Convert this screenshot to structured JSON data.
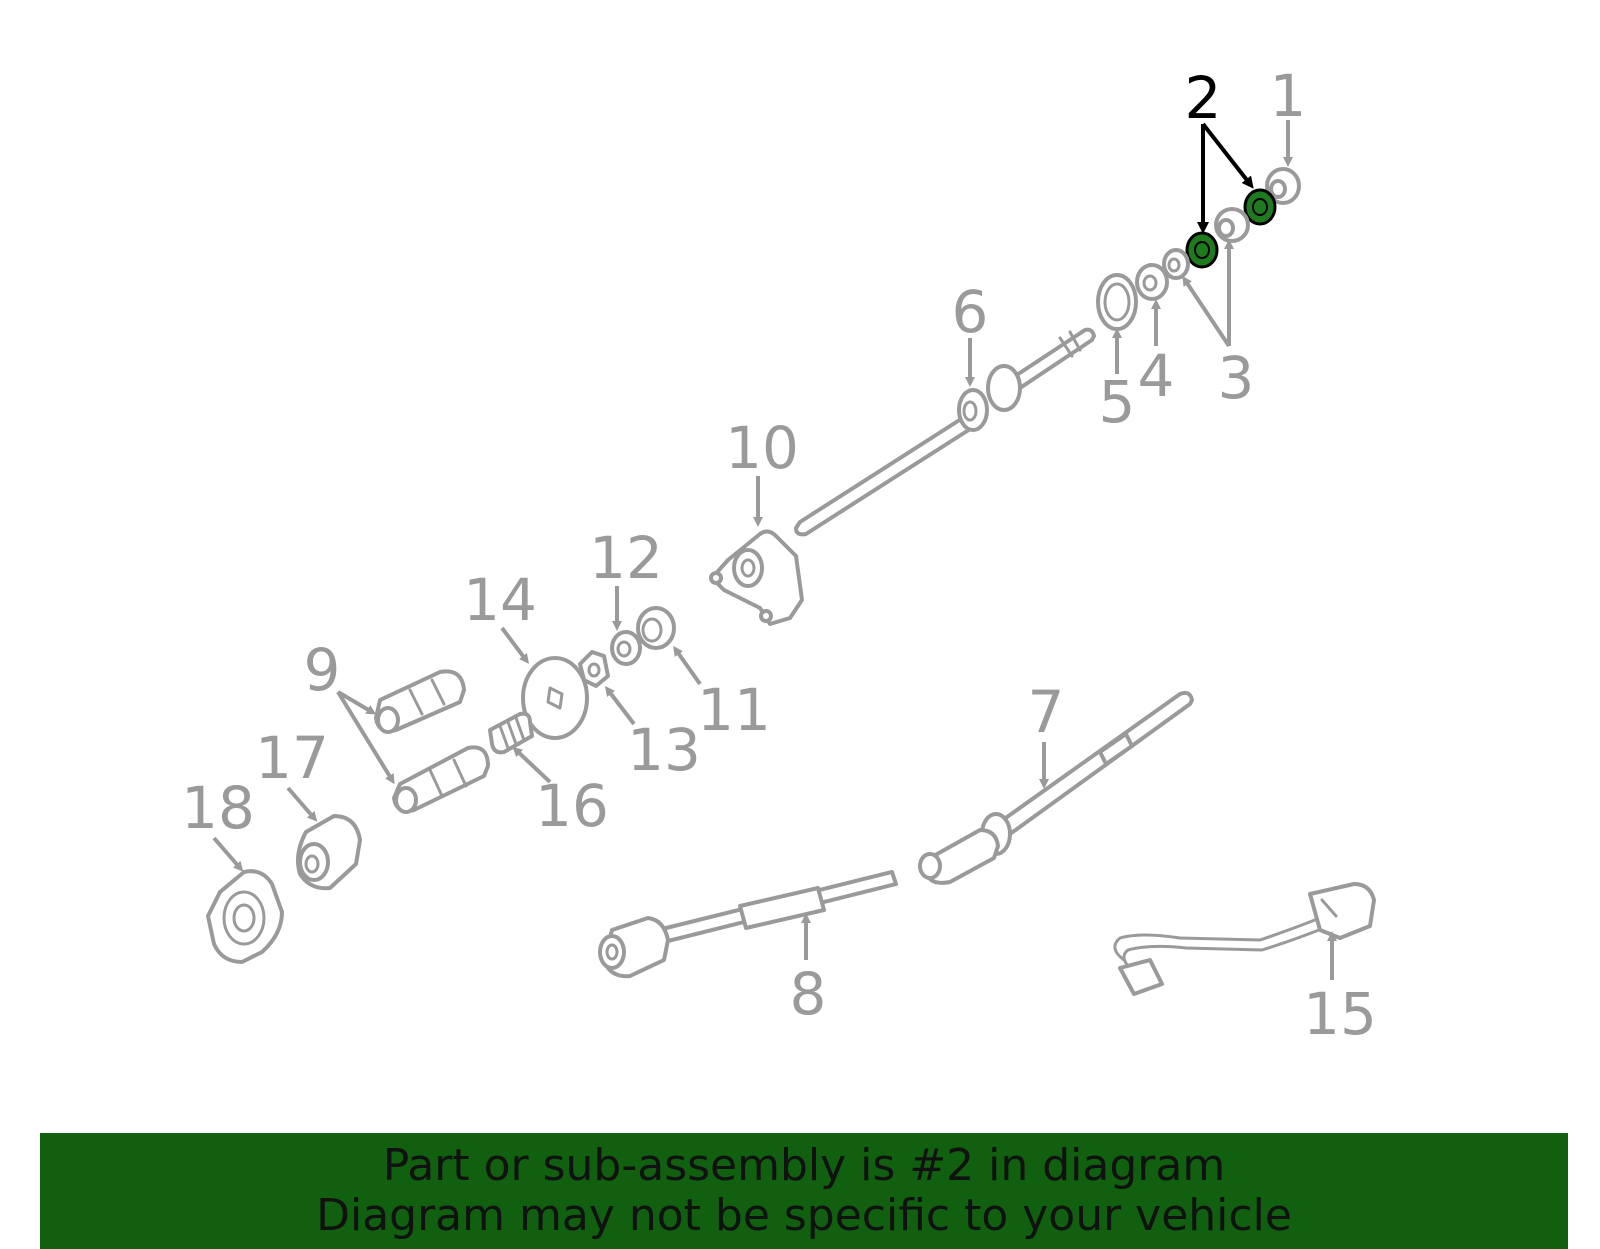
{
  "colors": {
    "part_stroke": "#9a9a9a",
    "highlight": "#1f7a1f",
    "banner_bg": "#106010",
    "banner_text": "#111111"
  },
  "callouts": {
    "c1": "1",
    "c2": "2",
    "c3": "3",
    "c4": "4",
    "c5": "5",
    "c6": "6",
    "c7": "7",
    "c8": "8",
    "c9": "9",
    "c10": "10",
    "c11": "11",
    "c12": "12",
    "c13": "13",
    "c14": "14",
    "c15": "15",
    "c16": "16",
    "c17": "17",
    "c18": "18"
  },
  "banner": {
    "line1": "Part or sub-assembly is #2 in diagram",
    "line2": "Diagram may not be specific to your vehicle"
  }
}
